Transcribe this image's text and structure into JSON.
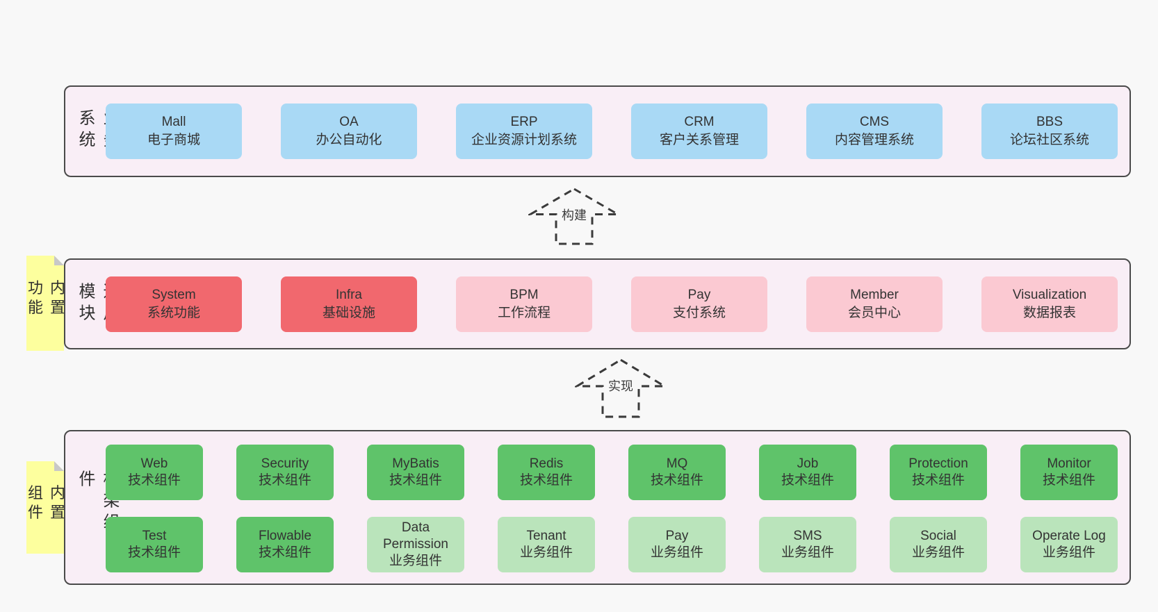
{
  "colors": {
    "page_bg": "#f8f8f8",
    "band_bg": "#f9eef6",
    "band_border": "#4a4a4a",
    "blue": "#a9d9f5",
    "red": "#f1686e",
    "pink": "#fbc9d2",
    "green": "#5fc36a",
    "light_green": "#bae4bb",
    "note_bg": "#fdff9e",
    "note_fold": "#c8c8c8",
    "arrow_stroke": "#3b3b3b",
    "text": "#333333"
  },
  "bands": [
    {
      "id": "business-systems",
      "label": "业务系统",
      "rows": [
        [
          {
            "title": "Mall",
            "subtitle": "电子商城",
            "variant": "blue"
          },
          {
            "title": "OA",
            "subtitle": "办公自动化",
            "variant": "blue"
          },
          {
            "title": "ERP",
            "subtitle": "企业资源计划系统",
            "variant": "blue"
          },
          {
            "title": "CRM",
            "subtitle": "客户关系管理",
            "variant": "blue"
          },
          {
            "title": "CMS",
            "subtitle": "内容管理系统",
            "variant": "blue"
          },
          {
            "title": "BBS",
            "subtitle": "论坛社区系统",
            "variant": "blue"
          }
        ]
      ]
    },
    {
      "id": "common-modules",
      "label": "通用模块",
      "note": "内置功能",
      "rows": [
        [
          {
            "title": "System",
            "subtitle": "系统功能",
            "variant": "red"
          },
          {
            "title": "Infra",
            "subtitle": "基础设施",
            "variant": "red"
          },
          {
            "title": "BPM",
            "subtitle": "工作流程",
            "variant": "pink"
          },
          {
            "title": "Pay",
            "subtitle": "支付系统",
            "variant": "pink"
          },
          {
            "title": "Member",
            "subtitle": "会员中心",
            "variant": "pink"
          },
          {
            "title": "Visualization",
            "subtitle": "数据报表",
            "variant": "pink"
          }
        ]
      ]
    },
    {
      "id": "framework-components",
      "label": "框架组件",
      "note": "内置组件",
      "rows": [
        [
          {
            "title": "Web",
            "subtitle": "技术组件",
            "variant": "green"
          },
          {
            "title": "Security",
            "subtitle": "技术组件",
            "variant": "green"
          },
          {
            "title": "MyBatis",
            "subtitle": "技术组件",
            "variant": "green"
          },
          {
            "title": "Redis",
            "subtitle": "技术组件",
            "variant": "green"
          },
          {
            "title": "MQ",
            "subtitle": "技术组件",
            "variant": "green"
          },
          {
            "title": "Job",
            "subtitle": "技术组件",
            "variant": "green"
          },
          {
            "title": "Protection",
            "subtitle": "技术组件",
            "variant": "green"
          },
          {
            "title": "Monitor",
            "subtitle": "技术组件",
            "variant": "green"
          }
        ],
        [
          {
            "title": "Test",
            "subtitle": "技术组件",
            "variant": "green"
          },
          {
            "title": "Flowable",
            "subtitle": "技术组件",
            "variant": "green"
          },
          {
            "title": "Data Permission",
            "subtitle": "业务组件",
            "variant": "light-green"
          },
          {
            "title": "Tenant",
            "subtitle": "业务组件",
            "variant": "light-green"
          },
          {
            "title": "Pay",
            "subtitle": "业务组件",
            "variant": "light-green"
          },
          {
            "title": "SMS",
            "subtitle": "业务组件",
            "variant": "light-green"
          },
          {
            "title": "Social",
            "subtitle": "业务组件",
            "variant": "light-green"
          },
          {
            "title": "Operate Log",
            "subtitle": "业务组件",
            "variant": "light-green"
          }
        ]
      ]
    }
  ],
  "arrows": [
    {
      "label": "构建"
    },
    {
      "label": "实现"
    }
  ]
}
